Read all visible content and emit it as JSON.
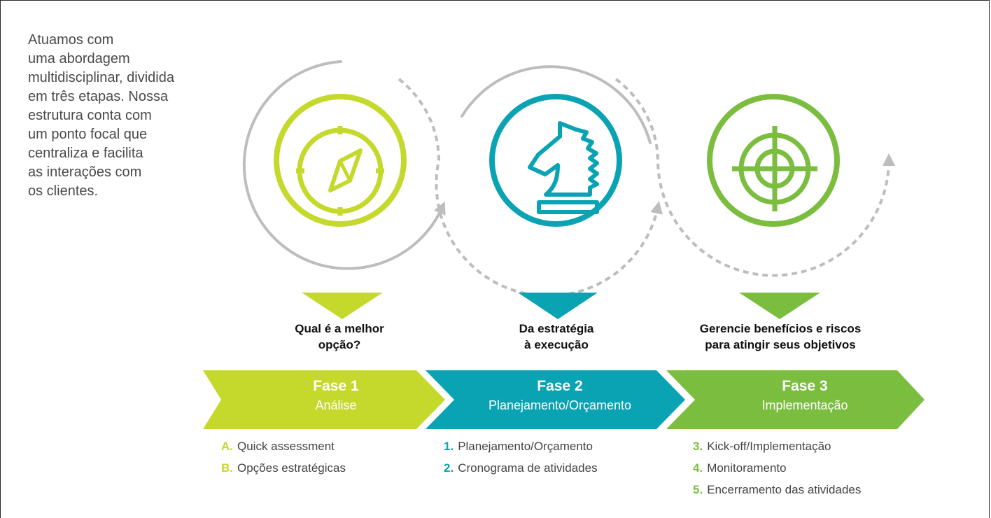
{
  "intro": "Atuamos com\numa abordagem\nmultidisciplinar, dividida\nem três etapas. Nossa\nestrutura conta com\num ponto focal que\ncentraliza e facilita\nas interações com\nos clientes.",
  "colors": {
    "phase1": "#c5d92d",
    "phase2": "#0aa3b3",
    "phase3": "#7bbd3f",
    "ring": "#bdbdbd"
  },
  "phases": [
    {
      "icon": "compass-icon",
      "question": "Qual é a melhor\nopção?",
      "title": "Fase 1",
      "subtitle": "Análise",
      "items": [
        {
          "marker": "A.",
          "text": "Quick assessment"
        },
        {
          "marker": "B.",
          "text": "Opções estratégicas"
        }
      ]
    },
    {
      "icon": "chess-knight-icon",
      "question": "Da estratégia\nà execução",
      "title": "Fase 2",
      "subtitle": "Planejamento/Orçamento",
      "items": [
        {
          "marker": "1.",
          "text": "Planejamento/Orçamento"
        },
        {
          "marker": "2.",
          "text": "Cronograma de atividades"
        }
      ]
    },
    {
      "icon": "target-crosshair-icon",
      "question": "Gerencie benefícios e riscos\npara atingir seus objetivos",
      "title": "Fase 3",
      "subtitle": "Implementação",
      "items": [
        {
          "marker": "3.",
          "text": "Kick-off/Implementação"
        },
        {
          "marker": "4.",
          "text": "Monitoramento"
        },
        {
          "marker": "5.",
          "text": "Encerramento das atividades"
        }
      ]
    }
  ]
}
